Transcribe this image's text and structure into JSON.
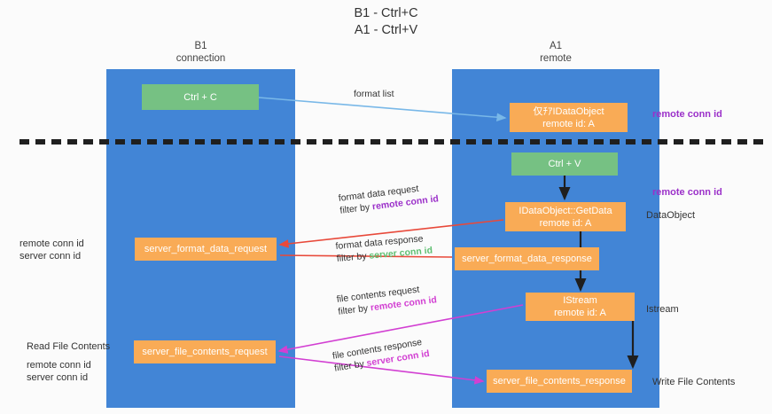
{
  "title": {
    "line1": "B1 - Ctrl+C",
    "line2": "A1 - Ctrl+V"
  },
  "lanes": [
    {
      "id": "b1",
      "name": "B1",
      "subtitle": "connection"
    },
    {
      "id": "a1",
      "name": "A1",
      "subtitle": "remote"
    }
  ],
  "nodes": {
    "ctrl_c": {
      "line1": "Ctrl + C",
      "line2": "",
      "color": "#76c183"
    },
    "idataobject": {
      "line1": "仅ﾁｱIDataObject",
      "line2": "remote id: A",
      "color": "#f9ab56"
    },
    "ctrl_v": {
      "line1": "Ctrl + V",
      "line2": "",
      "color": "#76c183"
    },
    "getdata": {
      "line1": "IDataObject::GetData",
      "line2": "remote id: A",
      "color": "#f9ab56"
    },
    "server_format_data_request": {
      "line1": "server_format_data_request",
      "line2": "",
      "color": "#f9ab56"
    },
    "server_format_data_response": {
      "line1": "server_format_data_response",
      "line2": "",
      "color": "#f9ab56"
    },
    "istream": {
      "line1": "IStream",
      "line2": "remote id: A",
      "color": "#f9ab56"
    },
    "server_file_contents_request": {
      "line1": "server_file_contents_request",
      "line2": "",
      "color": "#f9ab56"
    },
    "server_file_contents_response": {
      "line1": "server_file_contents_response",
      "line2": "",
      "color": "#f9ab56"
    }
  },
  "arrow_labels": {
    "format_list": "format list",
    "format_data_request": "format data request",
    "format_data_request_filter_prefix": "filter by ",
    "format_data_request_filter_key": "remote conn id",
    "format_data_response": "format data response",
    "format_data_response_filter_prefix": "filter by ",
    "format_data_response_filter_key": "server conn id",
    "file_contents_request": "file contents request",
    "file_contents_request_filter_prefix": "filter by ",
    "file_contents_request_filter_key": "remote conn id",
    "file_contents_response": "file contents response",
    "file_contents_response_filter_prefix": "filter by ",
    "file_contents_response_filter_key": "server conn id"
  },
  "right_labels": {
    "remote_conn_id_top": "remote conn id",
    "remote_conn_id_mid": "remote conn id",
    "dataobject": "DataObject",
    "istream": "Istream",
    "write_file_contents": "Write File Contents"
  },
  "left_labels": {
    "remote_conn_id": "remote conn id",
    "server_conn_id": "server conn id",
    "read_file_contents": "Read File Contents",
    "remote_conn_id_2": "remote conn id",
    "server_conn_id_2": "server conn id"
  },
  "colors": {
    "lane": "#4285d6",
    "node_orange": "#f9ab56",
    "node_green": "#76c183",
    "purple": "#9b30c9",
    "green_text": "#5fbf72",
    "magenta": "#d23fd2",
    "red_arrow": "#e8493a",
    "blue_arrow": "#79b8e8",
    "divider": "#1f1f1f"
  }
}
